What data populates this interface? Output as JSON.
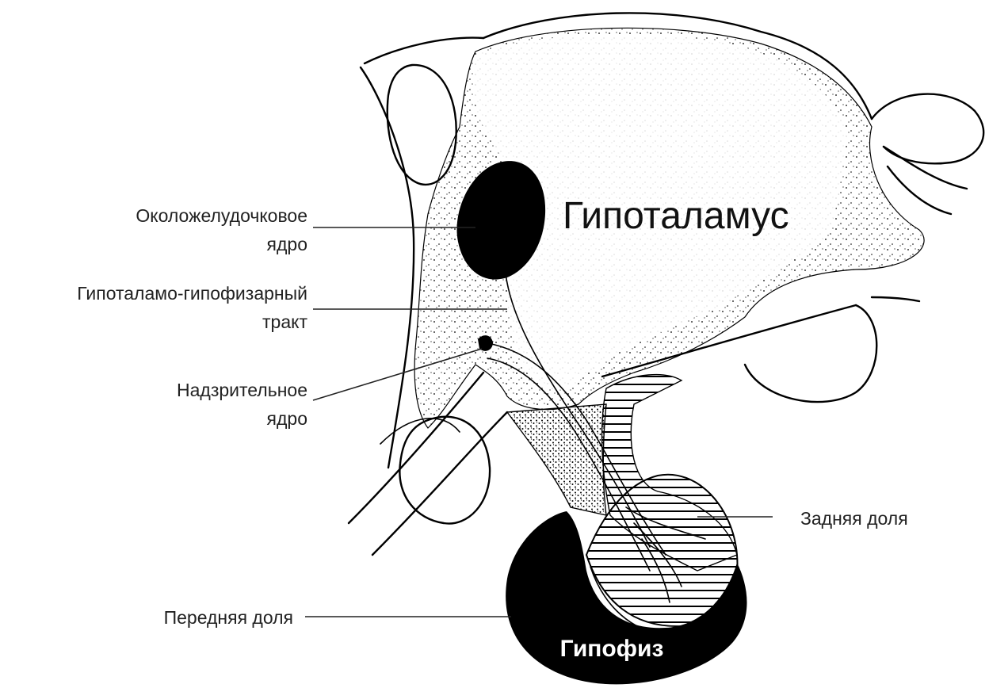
{
  "labels": {
    "hypothalamus": "Гипоталамус",
    "paraventricular_line1": "Околожелудочковое",
    "paraventricular_line2": "ядро",
    "tract_line1": "Гипоталамо-гипофизарный",
    "tract_line2": "тракт",
    "supraoptic_line1": "Надзрительное",
    "supraoptic_line2": "ядро",
    "posterior_lobe": "Задняя доля",
    "anterior_lobe": "Передняя доля",
    "pituitary": "Гипофиз"
  },
  "colors": {
    "ink": "#000000",
    "label_text": "#222222",
    "background": "#ffffff",
    "stipple": "#000000"
  }
}
